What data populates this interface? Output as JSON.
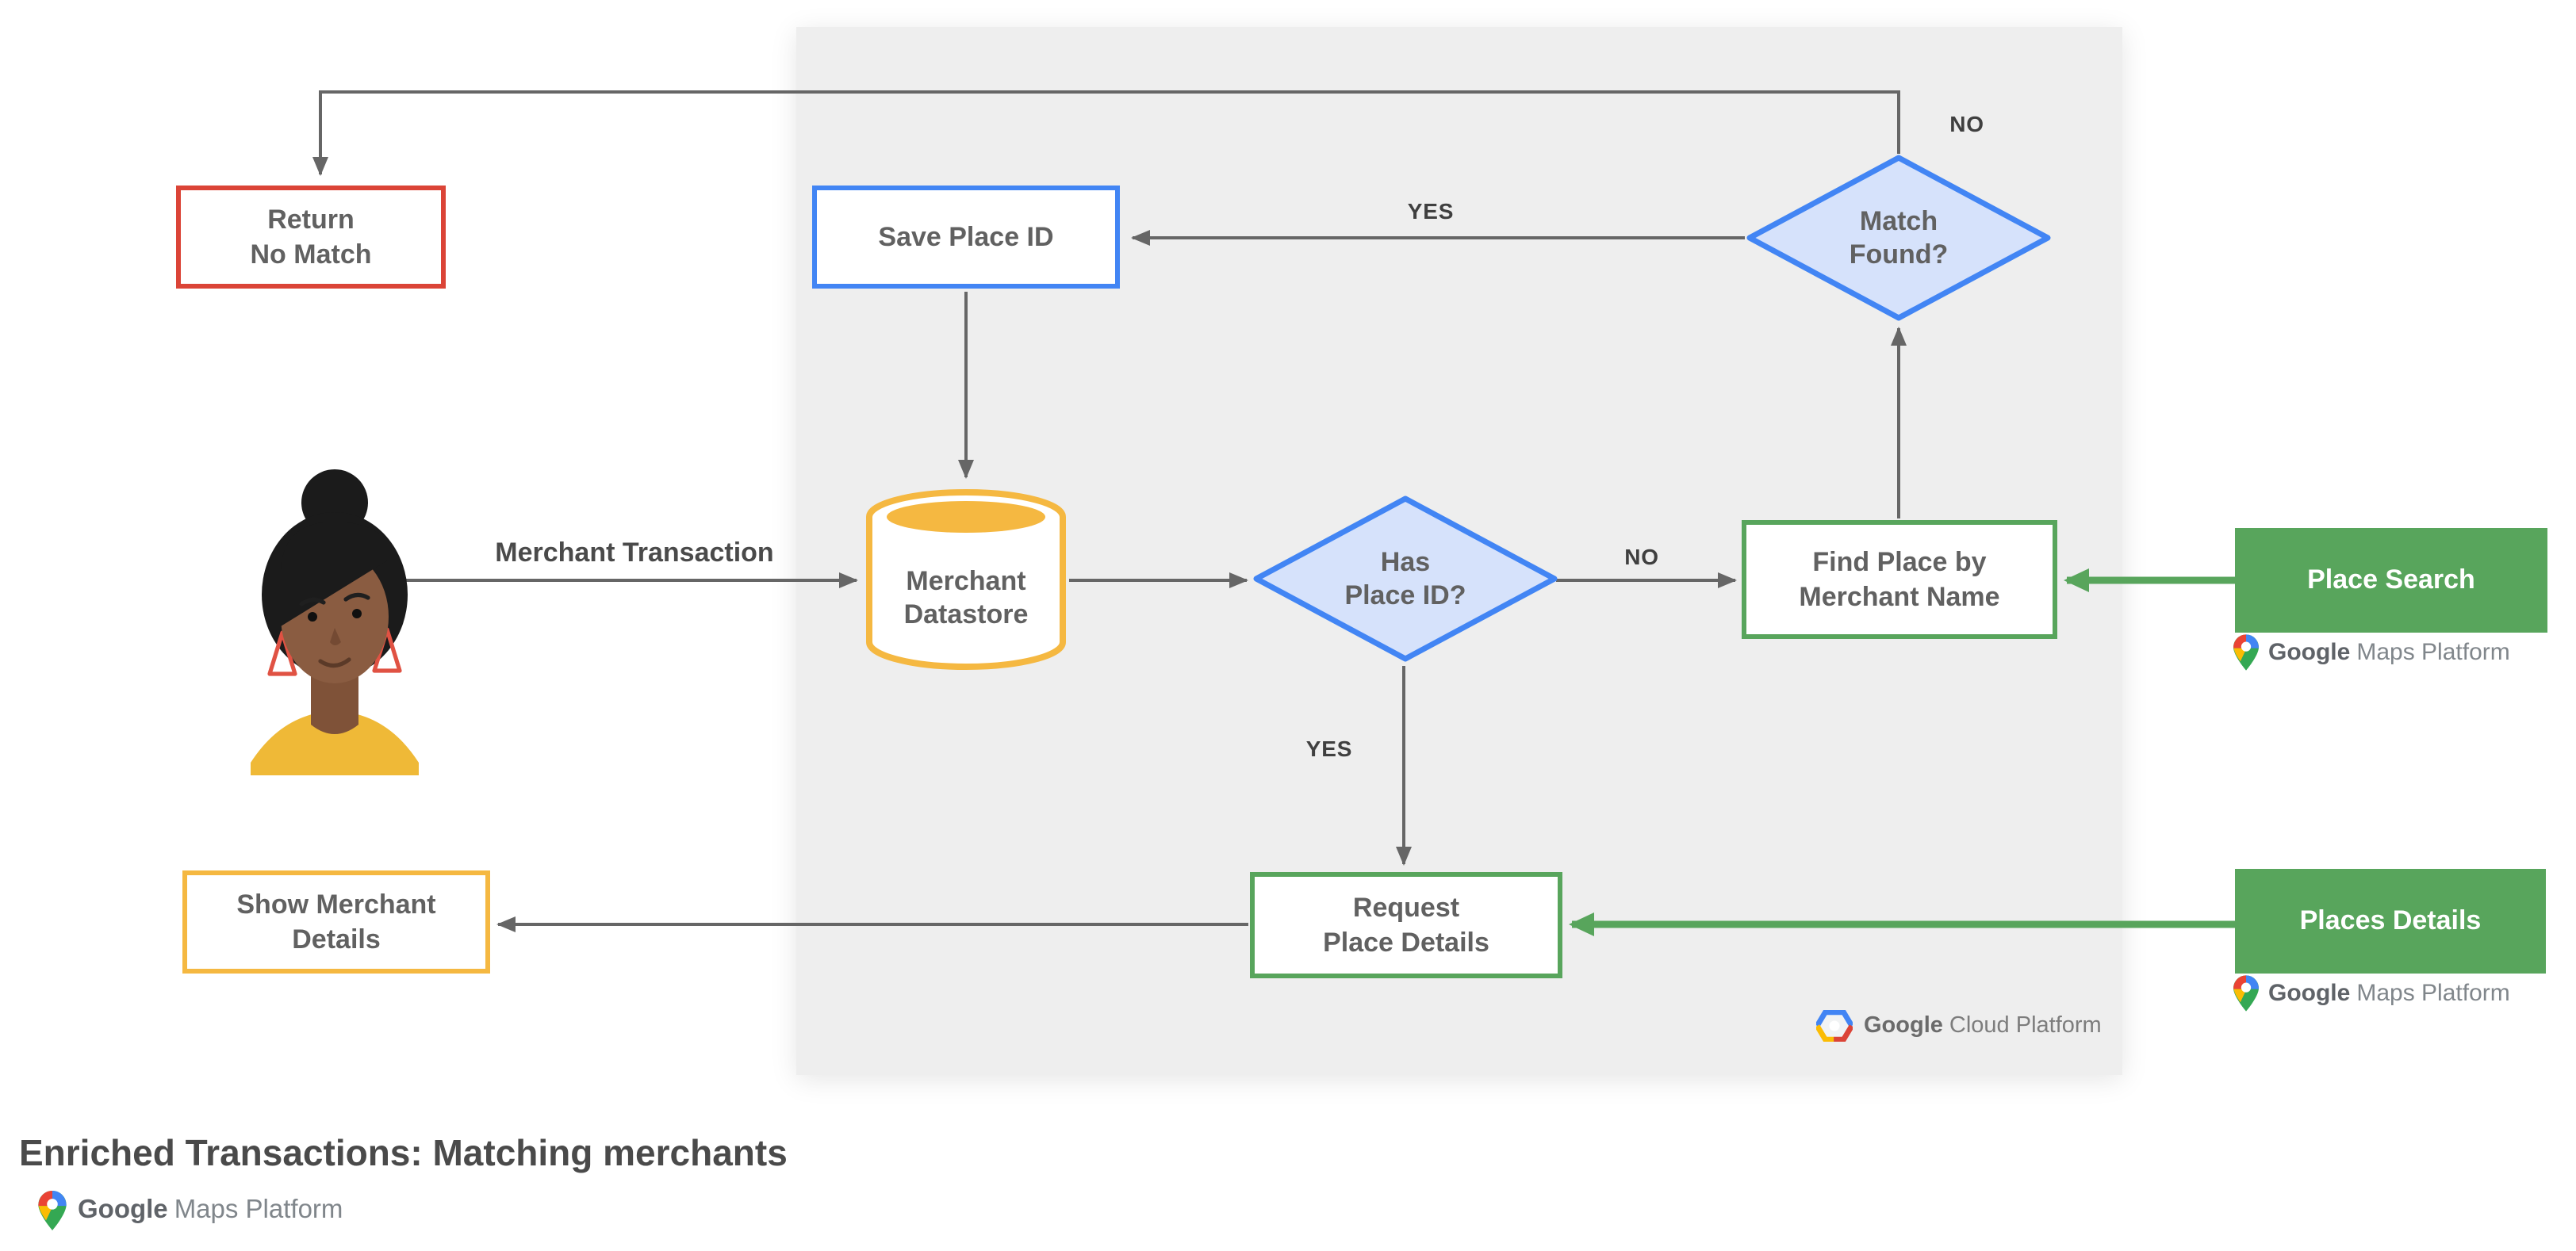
{
  "diagram": {
    "title": "Enriched Transactions: Matching merchants"
  },
  "nodes": {
    "return_no_match": {
      "label": "Return\nNo Match",
      "type": "terminal",
      "border_color": "#DB4437"
    },
    "save_place_id": {
      "label": "Save Place ID",
      "type": "process",
      "border_color": "#4285F4"
    },
    "match_found": {
      "label": "Match\nFound?",
      "type": "decision",
      "border_color": "#4285F4",
      "fill": "#D6E2FB"
    },
    "merchant_datastore": {
      "label": "Merchant\nDatastore",
      "type": "datastore",
      "border_color": "#F5B841"
    },
    "has_place_id": {
      "label": "Has\nPlace ID?",
      "type": "decision",
      "border_color": "#4285F4",
      "fill": "#D6E2FB"
    },
    "find_place_by_merchant_name": {
      "label": "Find Place by\nMerchant Name",
      "type": "process",
      "border_color": "#58A55C"
    },
    "request_place_details": {
      "label": "Request\nPlace Details",
      "type": "process",
      "border_color": "#58A55C"
    },
    "show_merchant_details": {
      "label": "Show Merchant\nDetails",
      "type": "terminal",
      "border_color": "#F5B841"
    },
    "place_search": {
      "label": "Place Search",
      "type": "api",
      "fill": "#58A55C"
    },
    "places_details": {
      "label": "Places Details",
      "type": "api",
      "fill": "#58A55C"
    }
  },
  "edges": {
    "match_found_no": "NO",
    "match_found_yes": "YES",
    "has_place_id_no": "NO",
    "has_place_id_yes": "YES",
    "merchant_transaction": "Merchant Transaction"
  },
  "branding": {
    "maps_platform": {
      "google": "Google",
      "product": "Maps Platform"
    },
    "cloud_platform": {
      "google": "Google",
      "product": "Cloud Platform"
    }
  },
  "colors": {
    "red": "#DB4437",
    "blue": "#4285F4",
    "blue_fill": "#D6E2FB",
    "yellow": "#F5B841",
    "green": "#58A55C",
    "line_gray": "#666666",
    "panel_gray": "#EEEEEE"
  }
}
